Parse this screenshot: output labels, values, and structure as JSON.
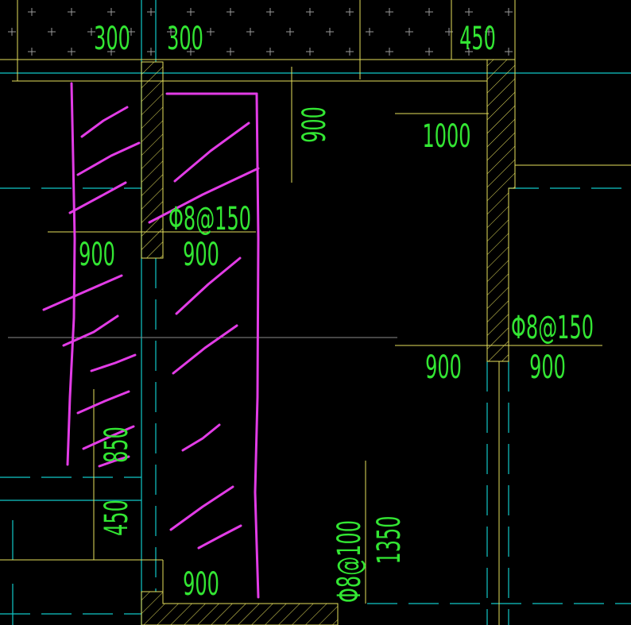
{
  "dimensions": {
    "top_left_a": "300",
    "top_left_b": "300",
    "top_right": "450",
    "vertical_upper": "900",
    "right_upper_span": "1000",
    "left_span_a": "900",
    "left_span_b": "900",
    "right_span_a": "900",
    "right_span_b": "900",
    "left_vertical_a": "850",
    "left_vertical_b": "450",
    "bottom_span": "900",
    "right_vertical_lower": "1350"
  },
  "rebar_labels": {
    "left": "Φ8@150",
    "right": "Φ8@150",
    "bottom": "Φ8@100"
  },
  "colors": {
    "background": "#000000",
    "dimension_line": "#e6e05c",
    "axis_line": "#10c8c8",
    "text": "#33e633",
    "markup": "#e23ce6",
    "soil_mark": "#9a9a9a",
    "gray_line": "#8c8c8c"
  }
}
